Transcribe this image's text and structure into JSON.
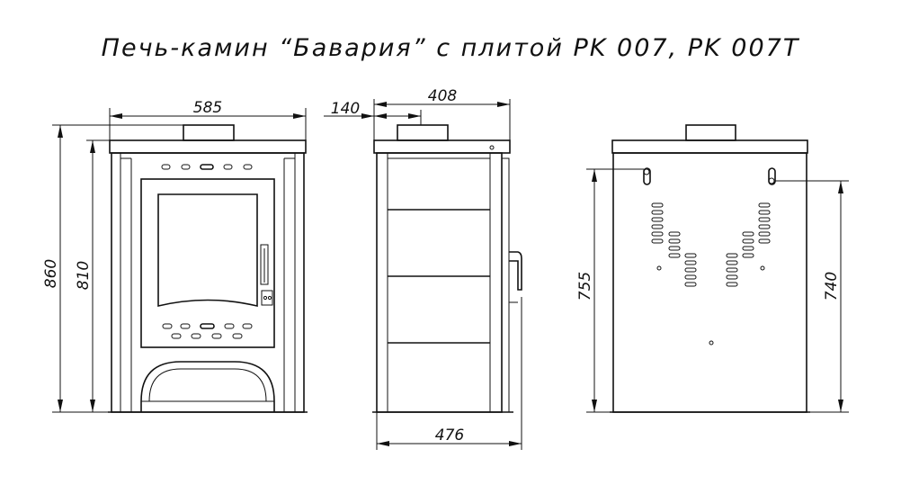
{
  "title": "Печь-камин “Бавария” с плитой PK 007, PK 007T",
  "front_view": {
    "width": "585",
    "height_total": "860",
    "height_body": "810"
  },
  "side_view": {
    "top_offset": "140",
    "top_depth": "408",
    "base_depth": "476"
  },
  "back_view": {
    "left_height": "755",
    "right_height": "740"
  }
}
